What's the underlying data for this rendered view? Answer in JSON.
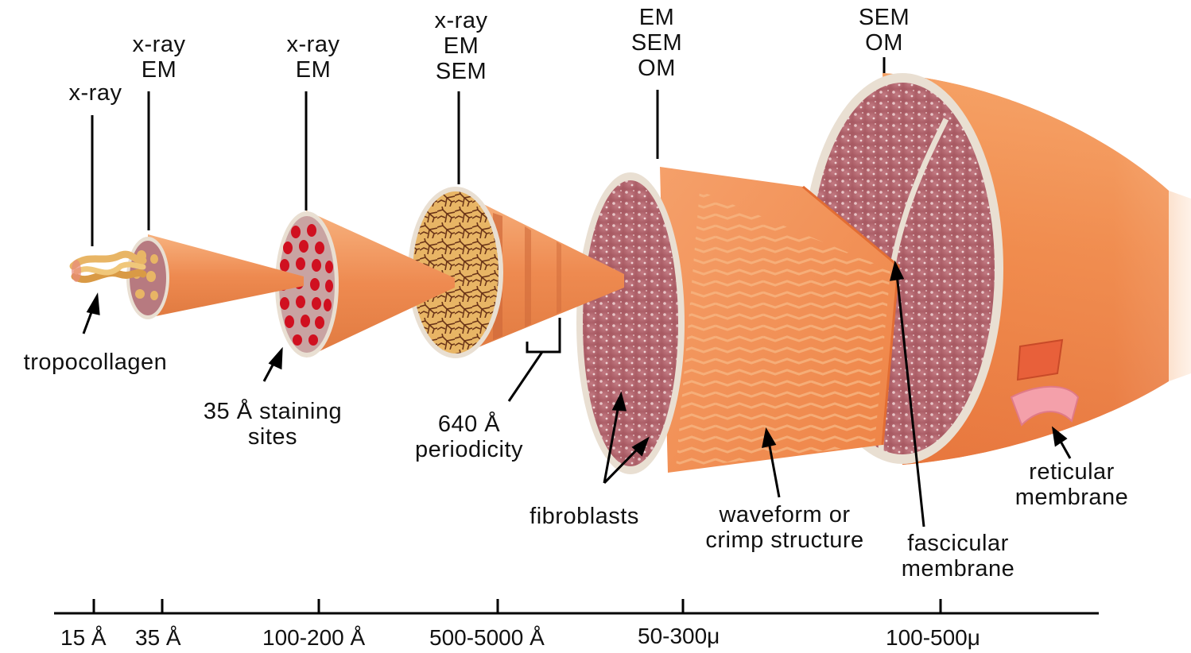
{
  "figure": {
    "techniques": [
      {
        "id": "t1",
        "lines": [
          "x-ray"
        ]
      },
      {
        "id": "t2",
        "lines": [
          "x-ray",
          "EM"
        ]
      },
      {
        "id": "t3",
        "lines": [
          "x-ray",
          "EM"
        ]
      },
      {
        "id": "t4",
        "lines": [
          "x-ray",
          "EM",
          "SEM"
        ]
      },
      {
        "id": "t5",
        "lines": [
          "EM",
          "SEM",
          "OM"
        ]
      },
      {
        "id": "t6",
        "lines": [
          "SEM",
          "OM"
        ]
      }
    ],
    "annotations": {
      "tropocollagen": [
        "tropocollagen"
      ],
      "staining": [
        "35 Å staining",
        "sites"
      ],
      "periodicity": [
        "640 Å",
        "periodicity"
      ],
      "fibroblasts": [
        "fibroblasts"
      ],
      "crimp": [
        "waveform or",
        "crimp structure"
      ],
      "fascicular": [
        "fascicular",
        "membrane"
      ],
      "reticular": [
        "reticular",
        "membrane"
      ]
    },
    "scale_ticks": [
      "15 Å",
      "35 Å",
      "100-200 Å",
      "500-5000 Å",
      "50-300μ",
      "100-500μ"
    ],
    "colors": {
      "tissue_orange": "#f08a4b",
      "tissue_light": "#f9b07a",
      "section_pink": "#b86a72",
      "section_rim": "#e6ddd0",
      "staining_red": "#d01020",
      "fibril_tan": "#e3ad55",
      "reticular_pink": "#f4a0aa"
    }
  }
}
